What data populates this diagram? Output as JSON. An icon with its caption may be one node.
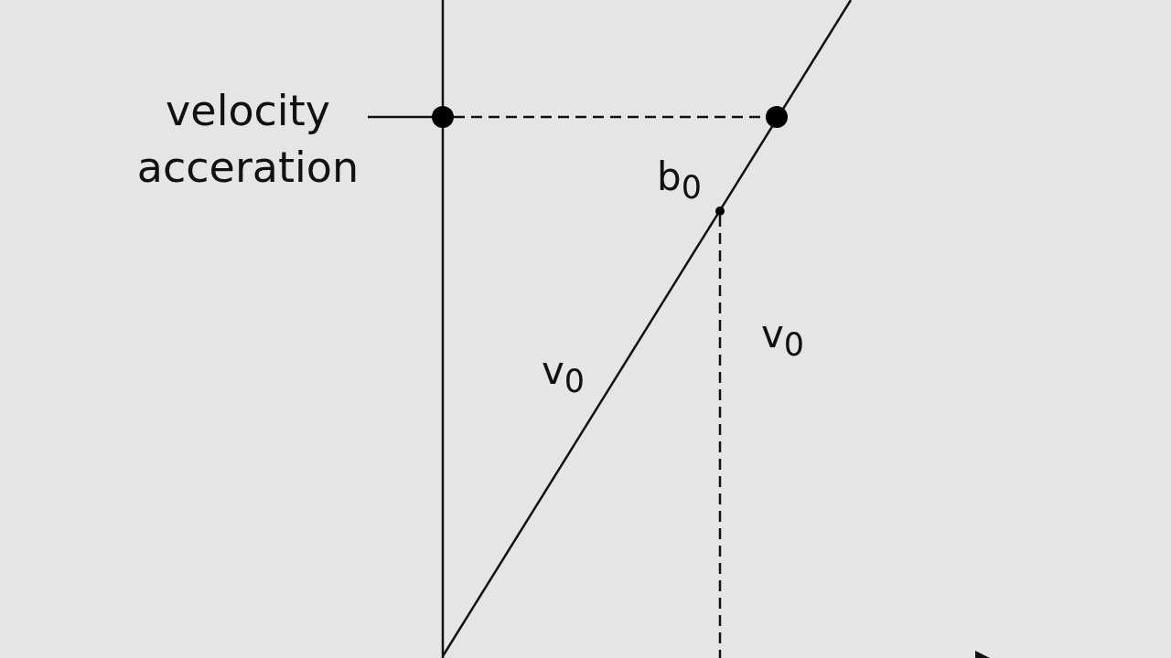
{
  "diagram": {
    "nodes": [
      {
        "text": [
          "velocity acceration"
        ]
      },
      {
        "text": [],
        "shape": "circle"
      },
      {
        "text": [],
        "shape": "circle"
      },
      {
        "text": [],
        "shape": "circle"
      }
    ],
    "edges": [
      {
        "from": 0,
        "to": 1,
        "arrow": "none"
      },
      {
        "from": 1,
        "to": 2,
        "arrow": "none",
        "style": "dashed"
      },
      {
        "from": 3,
        "to": null,
        "arrow": "none",
        "style": "dashed"
      }
    ],
    "labels": [
      "b$_{0}$",
      "v$_{0}$",
      "v$_{0}$"
    ]
  }
}
